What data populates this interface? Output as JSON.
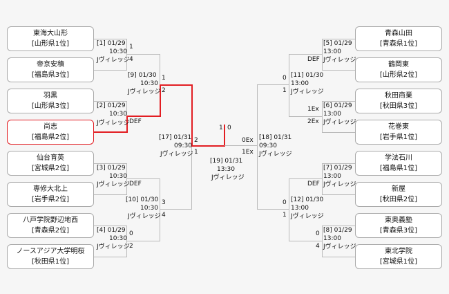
{
  "teams_left": [
    {
      "name": "東海大山形",
      "pref": "[山形県1位]",
      "win": false
    },
    {
      "name": "帝京安積",
      "pref": "[福島県3位]",
      "win": false
    },
    {
      "name": "羽黒",
      "pref": "[山形県3位]",
      "win": false
    },
    {
      "name": "尚志",
      "pref": "[福島県2位]",
      "win": true
    },
    {
      "name": "仙台育英",
      "pref": "[宮城県2位]",
      "win": false
    },
    {
      "name": "専修大北上",
      "pref": "[岩手県2位]",
      "win": false
    },
    {
      "name": "八戸学院野辺地西",
      "pref": "[青森県2位]",
      "win": false
    },
    {
      "name": "ノースアジア大学明桜",
      "pref": "[秋田県1位]",
      "win": false
    }
  ],
  "teams_right": [
    {
      "name": "青森山田",
      "pref": "[青森県1位]",
      "win": false
    },
    {
      "name": "鶴岡東",
      "pref": "[山形県2位]",
      "win": false
    },
    {
      "name": "秋田商業",
      "pref": "[秋田県3位]",
      "win": false
    },
    {
      "name": "花巻東",
      "pref": "[岩手県1位]",
      "win": false
    },
    {
      "name": "学法石川",
      "pref": "[福島県1位]",
      "win": false
    },
    {
      "name": "新屋",
      "pref": "[秋田県2位]",
      "win": false
    },
    {
      "name": "東奥義塾",
      "pref": "[青森県3位]",
      "win": false
    },
    {
      "name": "東北学院",
      "pref": "[宮城県1位]",
      "win": false
    }
  ],
  "matches": {
    "m1": {
      "id": "[1] 01/29",
      "time": "10:30",
      "venue": "Jヴィレッジ"
    },
    "m2": {
      "id": "[2] 01/29",
      "time": "10:30",
      "venue": "Jヴィレッジ"
    },
    "m3": {
      "id": "[3] 01/29",
      "time": "10:30",
      "venue": "Jヴィレッジ"
    },
    "m4": {
      "id": "[4] 01/29",
      "time": "10:30",
      "venue": "Jヴィレッジ"
    },
    "m5": {
      "id": "[5] 01/29",
      "time": "13:00",
      "venue": "Jヴィレッジ"
    },
    "m6": {
      "id": "[6] 01/29",
      "time": "13:00",
      "venue": "Jヴィレッジ"
    },
    "m7": {
      "id": "[7] 01/29",
      "time": "13:00",
      "venue": "Jヴィレッジ"
    },
    "m8": {
      "id": "[8] 01/29",
      "time": "13:00",
      "venue": "Jヴィレッジ"
    },
    "m9": {
      "id": "[9] 01/30",
      "time": "10:30",
      "venue": "Jヴィレッジ"
    },
    "m10": {
      "id": "[10] 01/30",
      "time": "10:30",
      "venue": "Jヴィレッジ"
    },
    "m11": {
      "id": "[11] 01/30",
      "time": "13:00",
      "venue": "Jヴィレッジ"
    },
    "m12": {
      "id": "[12] 01/30",
      "time": "13:00",
      "venue": "Jヴィレッジ"
    },
    "m17": {
      "id": "[17] 01/31",
      "time": "09:30",
      "venue": "Jヴィレッジ"
    },
    "m18": {
      "id": "[18] 01/31",
      "time": "09:30",
      "venue": "Jヴィレッジ"
    },
    "m19": {
      "id": "[19] 01/31",
      "time": "13:30",
      "venue": "Jヴィレッジ"
    }
  },
  "scores": {
    "m1_a": "1",
    "m1_b": "4",
    "m2_a": "DEF",
    "m3_a": "DEF",
    "m4_a": "0",
    "m4_b": "2",
    "m9_a": "1",
    "m9_b": "2",
    "m10_a": "3",
    "m10_b": "4",
    "m17_a": "2",
    "m17_b": "1",
    "m19_a": "1",
    "m19_b": "0",
    "m5_a": "DEF",
    "m6_a": "1Ex",
    "m6_b": "2Ex",
    "m7_a": "DEF",
    "m8_a": "0",
    "m8_b": "4",
    "m11_a": "0",
    "m11_b": "1",
    "m12_a": "0",
    "m12_b": "1",
    "m18_a": "0Ex",
    "m18_b": "1Ex"
  }
}
